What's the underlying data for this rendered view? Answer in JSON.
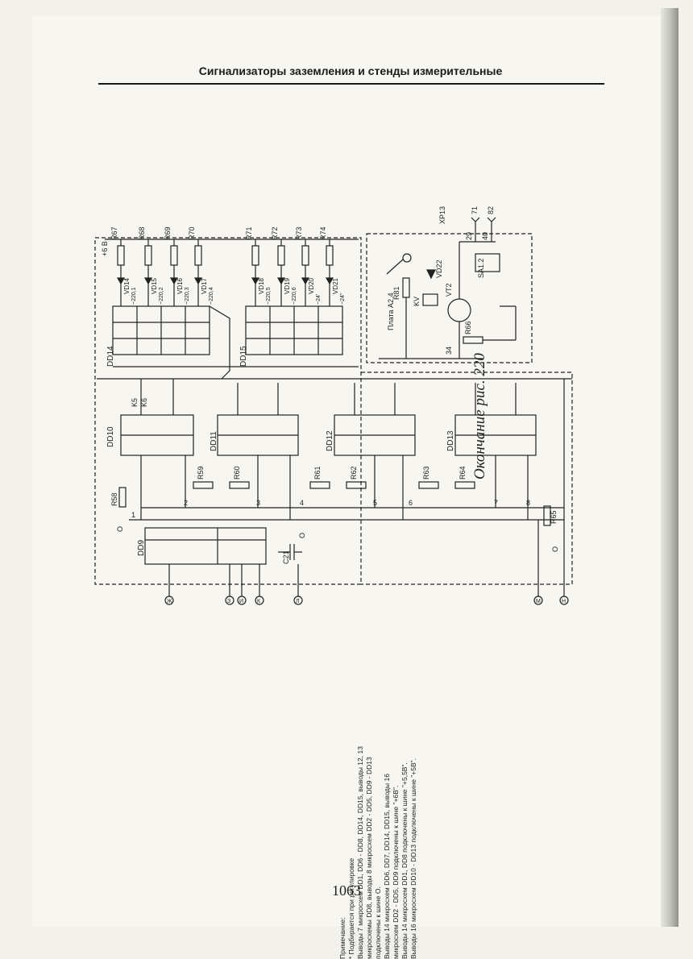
{
  "header": {
    "title": "Сигнализаторы заземления и стенды измерительные"
  },
  "caption": "Окончание рис. 220",
  "page_number": "1063",
  "notes": [
    "Примечание:",
    "* Подбирается при регулировке",
    "Выводы 7 микросхем DD1, DD6 - DD8, DD14, DD15, выводы 12, 13",
    "микросхемы DD8, выводы 8 микросхем DD2 - DD5, DD9 - DD13",
    "подключены к шине О.",
    "Выводы 14 микросхем DD6, DD7, DD14, DD15, выводы 16",
    "микросхем DD2 - DD5, DD9 подключены к шине \"+6В\".",
    "Выводы 14 микросхем DD1, DD8 подключены к шине \"+5,5В\".",
    "Выводы 16 микросхем DD10 - DD13 подключены к шине \"+5В\"."
  ],
  "schematic": {
    "supply_label": "+6 В",
    "plate_label": "Плата А2.4",
    "connector_label": "XP13",
    "connector_pins": [
      "71",
      "82"
    ],
    "chips": [
      {
        "name": "DD14",
        "id": "dd14"
      },
      {
        "name": "DD15",
        "id": "dd15"
      },
      {
        "name": "DD10",
        "id": "dd10"
      },
      {
        "name": "DD11",
        "id": "dd11"
      },
      {
        "name": "DD12",
        "id": "dd12"
      },
      {
        "name": "DD13",
        "id": "dd13"
      },
      {
        "name": "DD9",
        "id": "dd9"
      }
    ],
    "resistors_top": [
      "R67",
      "R68",
      "R69",
      "R70",
      "R71",
      "R72",
      "R73",
      "R74"
    ],
    "leds": [
      "VD14",
      "VD15",
      "VD16",
      "VD17",
      "VD18",
      "VD19",
      "VD20",
      "VD21"
    ],
    "led_values": [
      "~220,1",
      "~220,2",
      "~220,3",
      "~220,4",
      "~220,5",
      "~220,6",
      "~24'",
      "~24''"
    ],
    "resistors_mid": [
      "R58",
      "R59",
      "R60",
      "R61",
      "R62",
      "R63",
      "R64",
      "R65"
    ],
    "plate_parts": [
      "R81",
      "VD22",
      "KV",
      "VT2",
      "R66",
      "SA1.2"
    ],
    "capacitor": "C21",
    "ground_labels": [
      "О",
      "О",
      "О"
    ],
    "terminals": [
      "Ж",
      "З",
      "И",
      "К",
      "Л",
      "М",
      "Н"
    ],
    "bus_numbers": [
      "1",
      "2",
      "3",
      "4",
      "5",
      "6",
      "7",
      "8"
    ],
    "switch_labels": [
      "K5",
      "K6"
    ],
    "plate_pins": [
      "29",
      "40",
      "34"
    ]
  }
}
